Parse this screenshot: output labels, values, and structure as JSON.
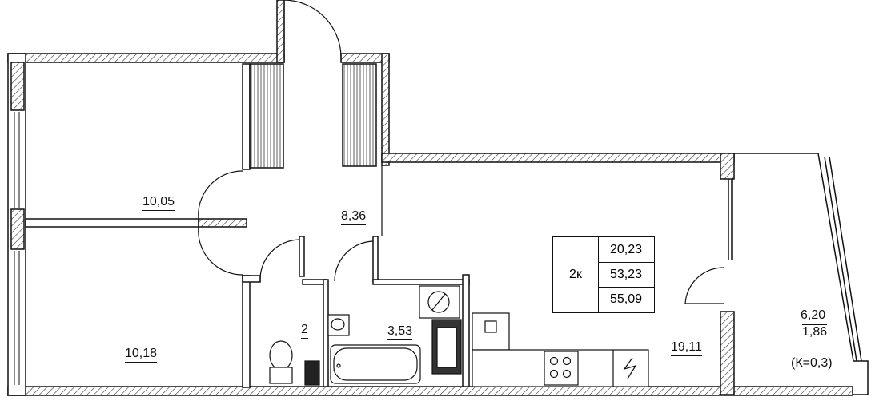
{
  "rooms": {
    "bedroom_top": "10,05",
    "bedroom_bottom": "10,18",
    "hall": "8,36",
    "wc": "2",
    "bath": "3,53",
    "kitchen_living": "19,11"
  },
  "balcony": {
    "area": "6,20",
    "reduced_area": "1,86",
    "coefficient": "(К=0,3)"
  },
  "summary": {
    "rooms_count": "2к",
    "living_area": "20,23",
    "total_area": "53,23",
    "total_with_balcony": "55,09"
  }
}
